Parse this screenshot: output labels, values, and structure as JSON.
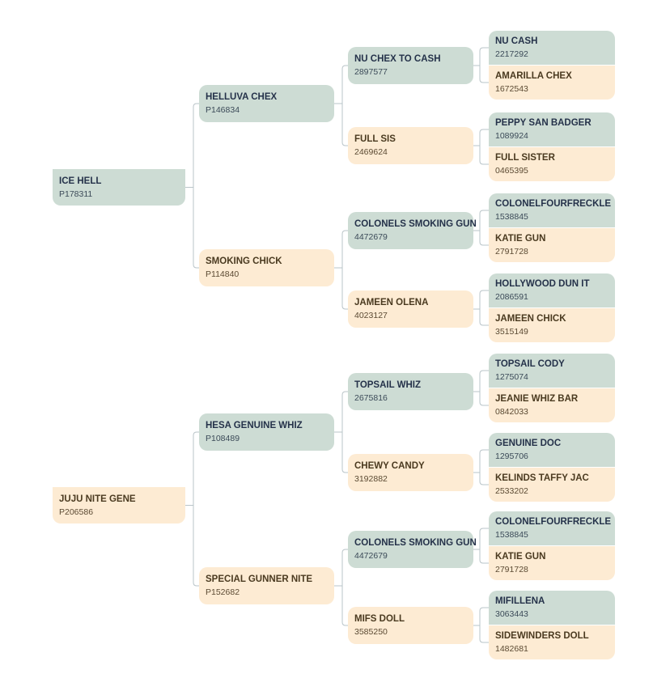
{
  "colors": {
    "sire": "#cddcd4",
    "dam": "#fdebd3",
    "connector": "#b9c4c8"
  },
  "pedigree": {
    "sire": {
      "name": "ICE HELL",
      "reg": "P178311",
      "sire": {
        "name": "HELLUVA CHEX",
        "reg": "P146834",
        "sire": {
          "name": "NU CHEX TO CASH",
          "reg": "2897577",
          "sire": {
            "name": "NU CASH",
            "reg": "2217292"
          },
          "dam": {
            "name": "AMARILLA CHEX",
            "reg": "1672543"
          }
        },
        "dam": {
          "name": "FULL SIS",
          "reg": "2469624",
          "sire": {
            "name": "PEPPY SAN BADGER",
            "reg": "1089924"
          },
          "dam": {
            "name": "FULL SISTER",
            "reg": "0465395"
          }
        }
      },
      "dam": {
        "name": "SMOKING CHICK",
        "reg": "P114840",
        "sire": {
          "name": "COLONELS SMOKING GUN",
          "reg": "4472679",
          "sire": {
            "name": "COLONELFOURFRECKLE",
            "reg": "1538845"
          },
          "dam": {
            "name": "KATIE GUN",
            "reg": "2791728"
          }
        },
        "dam": {
          "name": "JAMEEN OLENA",
          "reg": "4023127",
          "sire": {
            "name": "HOLLYWOOD DUN IT",
            "reg": "2086591"
          },
          "dam": {
            "name": "JAMEEN CHICK",
            "reg": "3515149"
          }
        }
      }
    },
    "dam": {
      "name": "JUJU NITE GENE",
      "reg": "P206586",
      "sire": {
        "name": "HESA GENUINE WHIZ",
        "reg": "P108489",
        "sire": {
          "name": "TOPSAIL WHIZ",
          "reg": "2675816",
          "sire": {
            "name": "TOPSAIL CODY",
            "reg": "1275074"
          },
          "dam": {
            "name": "JEANIE WHIZ BAR",
            "reg": "0842033"
          }
        },
        "dam": {
          "name": "CHEWY CANDY",
          "reg": "3192882",
          "sire": {
            "name": "GENUINE DOC",
            "reg": "1295706"
          },
          "dam": {
            "name": "KELINDS TAFFY JAC",
            "reg": "2533202"
          }
        }
      },
      "dam": {
        "name": "SPECIAL GUNNER NITE",
        "reg": "P152682",
        "sire": {
          "name": "COLONELS SMOKING GUN",
          "reg": "4472679",
          "sire": {
            "name": "COLONELFOURFRECKLE",
            "reg": "1538845"
          },
          "dam": {
            "name": "KATIE GUN",
            "reg": "2791728"
          }
        },
        "dam": {
          "name": "MIFS DOLL",
          "reg": "3585250",
          "sire": {
            "name": "MIFILLENA",
            "reg": "3063443"
          },
          "dam": {
            "name": "SIDEWINDERS DOLL",
            "reg": "1482681"
          }
        }
      }
    }
  }
}
